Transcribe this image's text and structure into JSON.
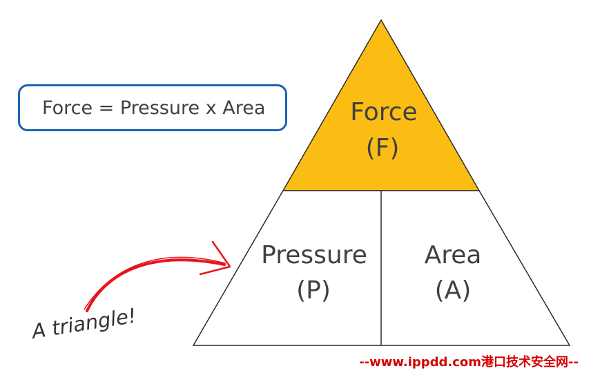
{
  "formula": {
    "text": "Force = Pressure x Area"
  },
  "triangle": {
    "top": {
      "name": "Force",
      "symbol": "(F)",
      "fill": "#fbbd14"
    },
    "bottom_left": {
      "name": "Pressure",
      "symbol": "(P)"
    },
    "bottom_right": {
      "name": "Area",
      "symbol": "(A)"
    }
  },
  "annotation": {
    "text": "A triangle!",
    "arrow_color": "#e8141e"
  },
  "watermark": {
    "text": "--www.ippdd.com港口技术安全网--"
  },
  "colors": {
    "box_border": "#1b64b0",
    "line": "#2a2a2a",
    "text": "#404040"
  }
}
